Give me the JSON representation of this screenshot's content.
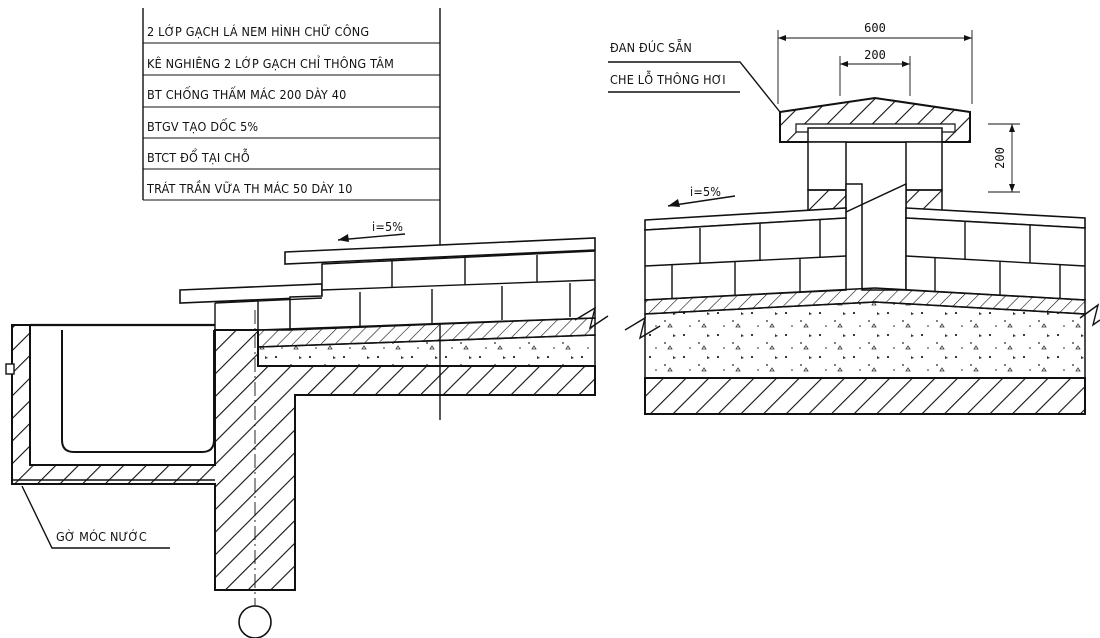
{
  "layer_labels": [
    "2 LỚP GẠCH LÁ NEM HÌNH CHỮ CÔNG",
    "KÊ NGHIÊNG 2 LỚP GẠCH CHỈ THÔNG TÂM",
    "BT CHỐNG THẤM MÁC 200 DÀY 40",
    "BTGV TẠO DỐC 5%",
    "BTCT ĐỔ TẠI CHỖ",
    "TRÁT TRẦN VỮA TH MÁC 50 DÀY 10"
  ],
  "slope_label_left": "i=5%",
  "slope_label_right": "i=5%",
  "gutter_label": "GỜ MÓC NƯỚC",
  "vent_label_line1": "ĐAN ĐÚC SẴN",
  "vent_label_line2": "CHE LỖ THÔNG HƠI",
  "dim_top": "600",
  "dim_inner": "200",
  "dim_side": "200",
  "grid_marker": ""
}
